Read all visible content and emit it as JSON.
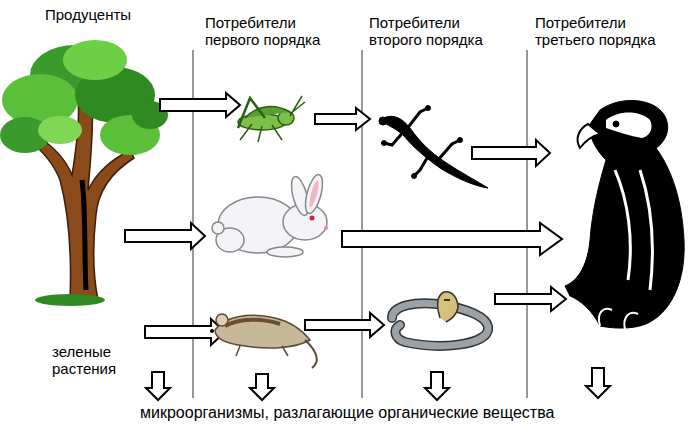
{
  "diagram": {
    "labels": [
      "Продуценты",
      "Потребители первого порядка",
      "Потребители второго порядка",
      "Потребители третьего порядка",
      "зеленые растения",
      "микроорганизмы, разлагающие органические вещества"
    ]
  }
}
